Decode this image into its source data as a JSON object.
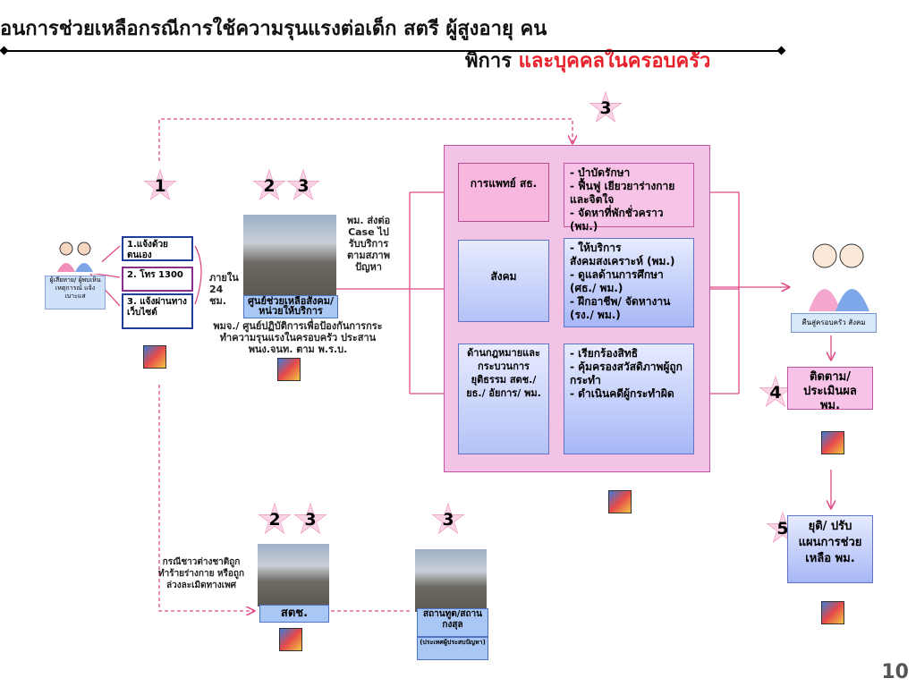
{
  "title": {
    "line1": "อนการช่วยเหลือกรณีการใช้ความรุนแรงต่อเด็ก สตรี ผู้สูงอายุ คน",
    "line2a": "พิการ",
    "line2b": " และบุคคลในครอบครัว"
  },
  "badges": {
    "b1": "1",
    "b2": "2",
    "b3": "3",
    "b3top": "3",
    "b4": "4",
    "b5": "5",
    "b2low": "2",
    "b3low": "3",
    "b3emb": "3"
  },
  "left": {
    "victim_caption": "ผู้เสียหาย/ ผู้พบเห็น เหตุการณ์ แจ้งเบาะแส",
    "channels": [
      "1.แจ้งด้วยตนเอง",
      "2. โทร 1300",
      "3. แจ้งผ่านทางเว็บไซต์"
    ],
    "hours": "ภายใน 24 ชม."
  },
  "center_left": {
    "agency_label": "ศูนย์ช่วยเหลือสังคม/หน่วยให้บริการ",
    "send_case": "พม. ส่งต่อ Case ไปรับบริการตามสภาพปัญหา",
    "caption": "พมจ./ ศูนย์ปฏิบัติการเพื่อป้องกันการกระทำความรุนแรงในครอบครัว ประสาน พนง.จนท. ตาม พ.ร.บ."
  },
  "services": {
    "medical_label": "การแพทย์ สธ.",
    "medical_items": "- บำบัดรักษา\n- ฟื้นฟู เยียวยาร่างกายและจิตใจ\n- จัดหาที่พักชั่วคราว (พม.)",
    "social_label": "สังคม",
    "social_items": "- ให้บริการสังคมสงเคราะห์ (พม.)\n- ดูแลด้านการศึกษา (ศธ./ พม.)\n- ฝึกอาชีพ/ จัดหางาน (รง./ พม.)",
    "legal_label": "ด้านกฎหมายและกระบวนการยุติธรรม สตช./ ยธ./ อัยการ/ พม.",
    "legal_items": "- เรียกร้องสิทธิ\n- คุ้มครองสวัสดิภาพผู้ถูกกระทำ\n- ดำเนินคดีผู้กระทำผิด"
  },
  "right": {
    "family_caption": "คืนสู่ครอบครัว สังคม",
    "followup": "ติดตาม/ ประเมินผล พม.",
    "end": "ยุติ/ ปรับแผนการช่วยเหลือ พม."
  },
  "bottom": {
    "foreigner_note": "กรณีชาวต่างชาติถูกทำร้ายร่างกาย หรือถูกล่วงละเมิดทางเพศ",
    "police": "สตช.",
    "embassy": "สถานทูต/สถานกงสุล",
    "embassy_note": "(ประเทศผู้ประสบปัญหา)"
  },
  "page_number": "10",
  "colors": {
    "accent_pink": "#e04a87",
    "title_red": "#e8212b",
    "blue_border": "#1f3f9a"
  }
}
